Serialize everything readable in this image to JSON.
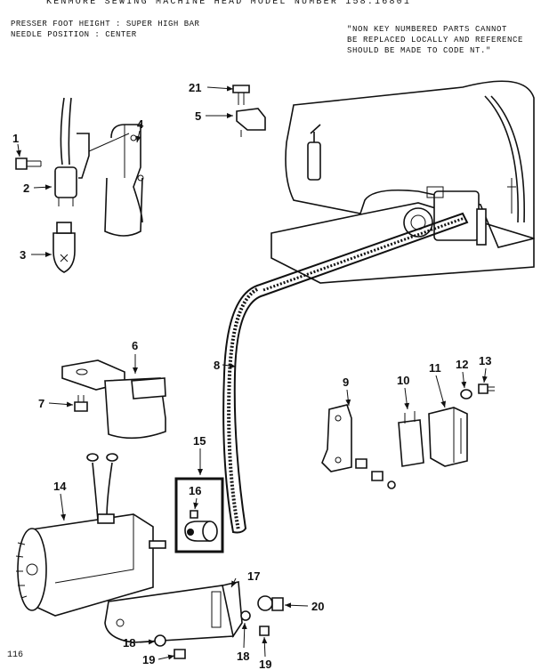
{
  "header": {
    "title": "KENMORE SEWING MACHINE HEAD  MODEL NUMBER 158.16801",
    "spec_1": "PRESSER FOOT HEIGHT : SUPER HIGH BAR",
    "spec_2": "NEEDLE POSITION : CENTER",
    "note_1": "\"NON KEY NUMBERED PARTS CANNOT",
    "note_2": "BE REPLACED LOCALLY AND REFERENCE",
    "note_3": "SHOULD BE MADE TO CODE NT.\""
  },
  "page_number": "116",
  "callouts": {
    "c1": "1",
    "c2": "2",
    "c3": "3",
    "c4": "4",
    "c5": "5",
    "c6": "6",
    "c7": "7",
    "c8": "8",
    "c9": "9",
    "c10": "10",
    "c11": "11",
    "c12": "12",
    "c13": "13",
    "c14": "14",
    "c15": "15",
    "c16": "16",
    "c17": "17",
    "c18a": "18",
    "c18b": "18",
    "c19a": "19",
    "c19b": "19",
    "c20": "20",
    "c21": "21"
  }
}
